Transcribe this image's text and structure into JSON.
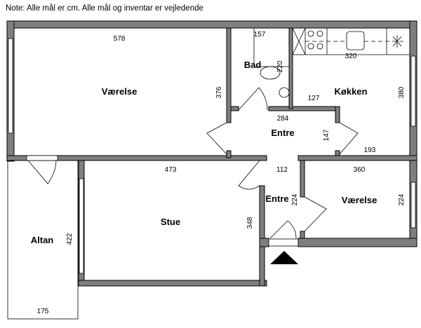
{
  "note": "Note: Alle mål er cm. Alle mål og inventar er vejledende",
  "rooms": {
    "vaerelse1": {
      "label": "Værelse",
      "width": "578",
      "depth": "376"
    },
    "bad": {
      "label": "Bad",
      "width": "157",
      "depth": "220"
    },
    "koekken": {
      "label": "Køkken",
      "width": "320",
      "depth": "380",
      "inner": "127"
    },
    "entre1": {
      "label": "Entre",
      "width": "284",
      "depth": "147",
      "extra": "193"
    },
    "stue": {
      "label": "Stue",
      "width": "473",
      "depth": "348"
    },
    "entre2": {
      "label": "Entre",
      "width": "112",
      "depth": "224"
    },
    "vaerelse2": {
      "label": "Værelse",
      "width": "360",
      "depth": "224"
    },
    "altan": {
      "label": "Altan",
      "width": "175",
      "depth": "422"
    }
  }
}
